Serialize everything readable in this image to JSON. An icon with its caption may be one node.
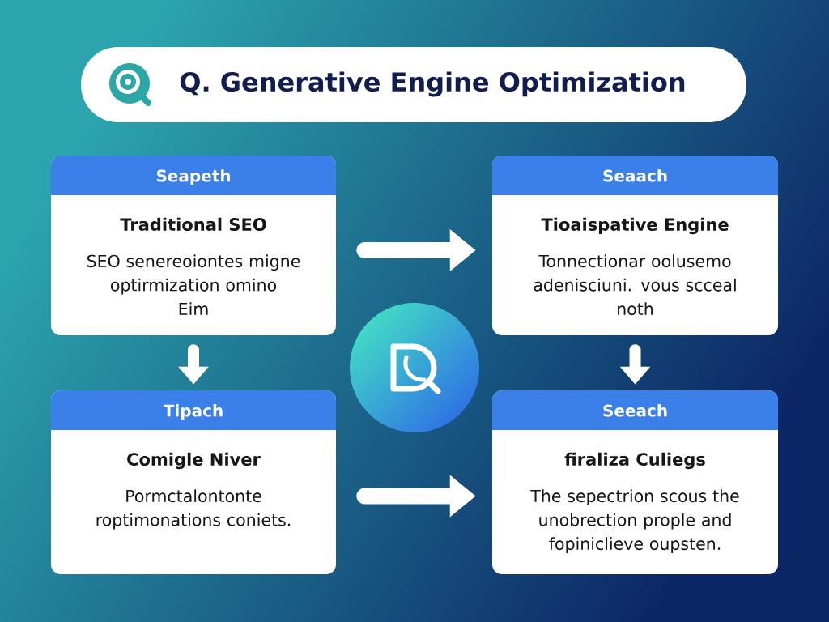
{
  "diagram": {
    "title": "Q. Generative Engine Optimization",
    "nodes": [
      {
        "text": [
          "Seapeth",
          "Traditional SEO",
          "SEO senereoiontes migne optirmization omino Eim"
        ]
      },
      {
        "text": [
          "Seaach",
          "Tioaispative Engine",
          "Tonnectionar oolusemo adenisciuni. vous scceal noth"
        ]
      },
      {
        "text": [
          "Tipach",
          "Comigle Niver",
          "Pormctalontonte roptimonations coniets."
        ]
      },
      {
        "text": [
          "Seeach",
          "firaliza Culiegs",
          "The sepectrion scous the unobrection prople and fopiniclieve oupsten."
        ]
      }
    ],
    "edges": [
      {
        "from": 0,
        "to": 1,
        "arrow": "to"
      },
      {
        "from": 0,
        "to": 2,
        "arrow": "to"
      },
      {
        "from": 1,
        "to": 3,
        "arrow": "to"
      },
      {
        "from": 2,
        "to": 3,
        "arrow": "to"
      }
    ]
  }
}
